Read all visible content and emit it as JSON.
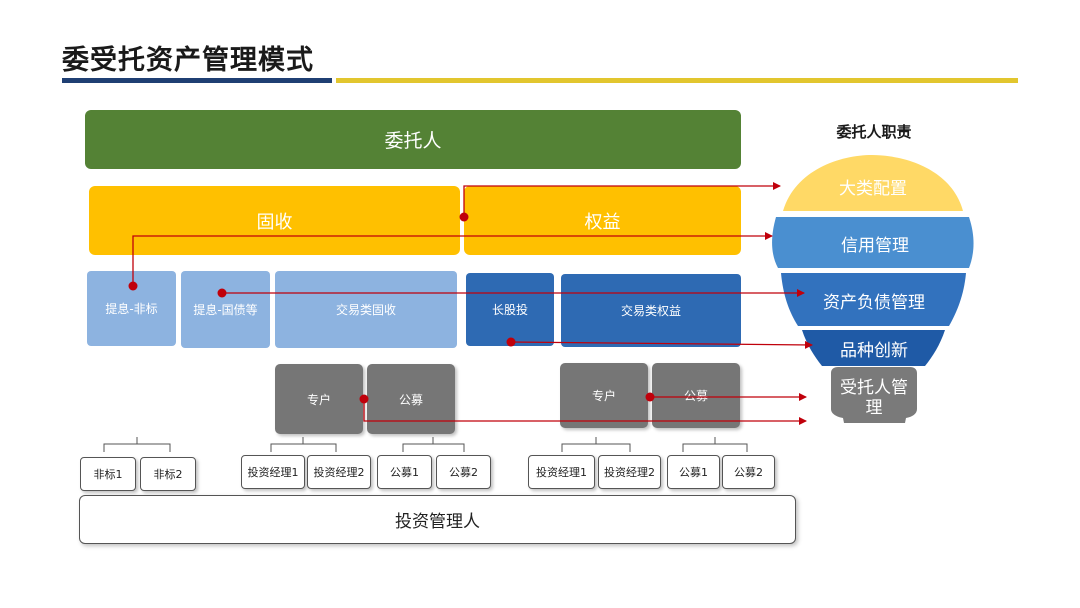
{
  "title": "委受托资产管理模式",
  "top": {
    "consignor": "委托人"
  },
  "assets": {
    "fixed": "固收",
    "equity": "权益"
  },
  "categories": {
    "nonstandard": "提息-非标",
    "treasury": "提息-国债等",
    "trading_fixed": "交易类固收",
    "long_equity": "长股投",
    "trading_equity": "交易类权益"
  },
  "vehicles": {
    "left_special": "专户",
    "left_public": "公募",
    "right_special": "专户",
    "right_public": "公募"
  },
  "leaves": {
    "nonstandard_1": "非标1",
    "nonstandard_2": "非标2",
    "manager_1a": "投资经理1",
    "manager_2a": "投资经理2",
    "fund_1a": "公募1",
    "fund_2a": "公募2",
    "manager_1b": "投资经理1",
    "manager_2b": "投资经理2",
    "fund_1b": "公募1",
    "fund_2b": "公募2"
  },
  "base": "投资管理人",
  "duties": {
    "title": "委托人职责",
    "items": [
      "大类配置",
      "信用管理",
      "资产负债管理",
      "品种创新",
      "受托人管理"
    ]
  },
  "colors": {
    "green": "#548235",
    "gold": "#ffc000",
    "light_blue": "#8db3e0",
    "dark_blue": "#2e6ab3",
    "gray": "#767676",
    "arrow_red": "#c0000b",
    "navy": "#1f3f73",
    "yellow_rule": "#e2c62e"
  }
}
